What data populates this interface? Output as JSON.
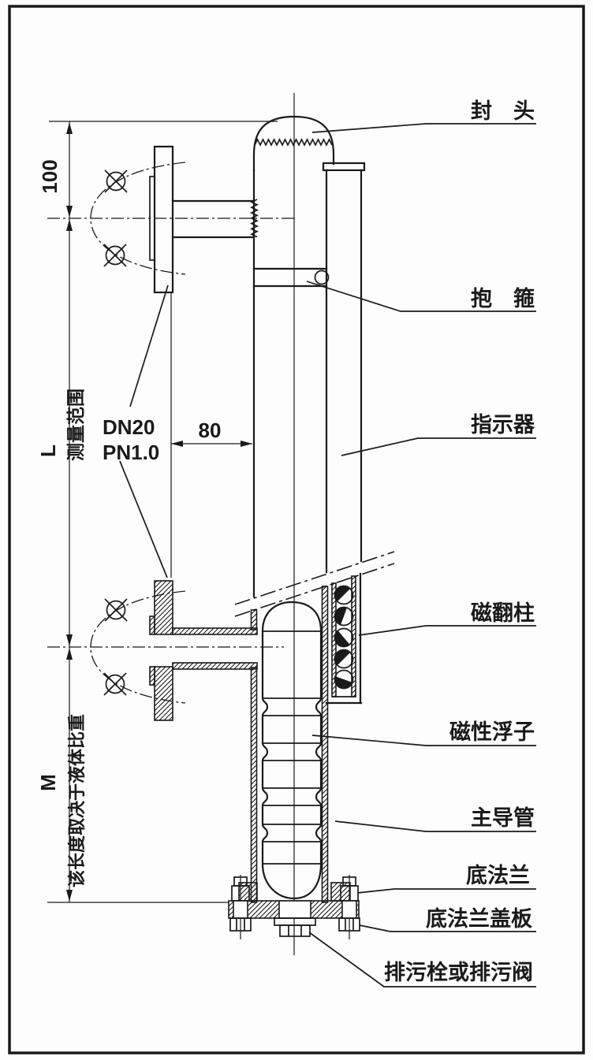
{
  "figure": {
    "ink": "#1a1a1a",
    "paper": "#fdfdfd",
    "callouts_right": [
      {
        "id": "head",
        "text": "封　头"
      },
      {
        "id": "clamp-band",
        "text": "抱　箍"
      },
      {
        "id": "indicator",
        "text": "指示器"
      },
      {
        "id": "magnetic-flip-column",
        "text": "磁翻柱"
      },
      {
        "id": "magnetic-float",
        "text": "磁性浮子"
      },
      {
        "id": "main-guide-tube",
        "text": "主导管"
      },
      {
        "id": "bottom-flange",
        "text": "底法兰"
      },
      {
        "id": "bottom-flange-cover",
        "text": "底法兰盖板"
      },
      {
        "id": "drain-plug-or-valve",
        "text": "排污栓或排污阀"
      }
    ],
    "dimensions": {
      "top_offset": "100",
      "measuring_length": "L",
      "bottom_length": "M",
      "nozzle_offset": "80"
    },
    "nozzle_spec": {
      "line1": "DN20",
      "line2": "PN1.0"
    },
    "notes": {
      "measuring_range": "测量范围",
      "length_note": "该长度取决于液体比重"
    }
  }
}
